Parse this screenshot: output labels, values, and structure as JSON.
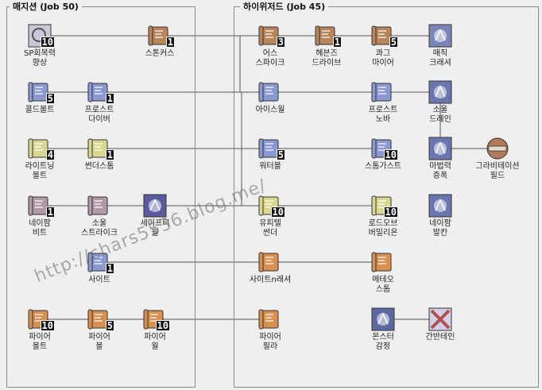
{
  "panels": {
    "mage": {
      "title": "매지션 (Job 50)"
    },
    "high_wizard": {
      "title": "하이위저드 (Job 45)"
    }
  },
  "watermark": "http://chars5536.blog.me/",
  "skills": [
    {
      "id": "sp-recovery",
      "name": "SP회복력\n향상",
      "level": "10",
      "icon": "recovery-icon",
      "color": "#c8c8d8"
    },
    {
      "id": "stone-curse",
      "name": "스톤커스",
      "level": "1",
      "icon": "scroll-icon",
      "color": "#b8865a"
    },
    {
      "id": "earth-spike",
      "name": "어스\n스파이크",
      "level": "3",
      "icon": "scroll-icon",
      "color": "#b8865a"
    },
    {
      "id": "heavens-drive",
      "name": "헤븐즈\n드라이브",
      "level": "1",
      "icon": "scroll-icon",
      "color": "#b8865a"
    },
    {
      "id": "quagmire",
      "name": "콰그\n마이어",
      "level": "5",
      "icon": "scroll-icon",
      "color": "#b8865a"
    },
    {
      "id": "magic-crasher",
      "name": "매직\n크래셔",
      "level": "",
      "icon": "magic-crasher-icon",
      "color": "#7a86b8"
    },
    {
      "id": "cold-bolt",
      "name": "콜드볼트",
      "level": "5",
      "icon": "scroll-icon",
      "color": "#8a9ad0"
    },
    {
      "id": "frost-diver",
      "name": "프로스트\n다이버",
      "level": "1",
      "icon": "scroll-icon",
      "color": "#8a9ad0"
    },
    {
      "id": "ice-wall",
      "name": "아이스월",
      "level": "",
      "icon": "scroll-icon",
      "color": "#8a9ad0"
    },
    {
      "id": "frost-nova",
      "name": "프로스트\n노바",
      "level": "",
      "icon": "scroll-icon",
      "color": "#8a9ad0"
    },
    {
      "id": "soul-drain",
      "name": "소울\n드레인",
      "level": "",
      "icon": "soul-drain-icon",
      "color": "#6a76b0"
    },
    {
      "id": "lightning-bolt",
      "name": "라이트닝\n볼트",
      "level": "4",
      "icon": "scroll-icon",
      "color": "#d8d890"
    },
    {
      "id": "thunder-storm",
      "name": "썬더스톰",
      "level": "1",
      "icon": "scroll-icon",
      "color": "#d8d890"
    },
    {
      "id": "water-ball",
      "name": "워터볼",
      "level": "5",
      "icon": "scroll-icon",
      "color": "#8a9ad0"
    },
    {
      "id": "storm-gust",
      "name": "스톰가스트",
      "level": "10",
      "icon": "scroll-icon",
      "color": "#8a9ad0"
    },
    {
      "id": "amplify",
      "name": "마법력\n증폭",
      "level": "",
      "icon": "amplify-icon",
      "color": "#6a76b0"
    },
    {
      "id": "gravitation",
      "name": "그라비테이션\n필드",
      "level": "",
      "icon": "gravitation-icon",
      "color": "#b07a5a"
    },
    {
      "id": "napalm-beat",
      "name": "네이팜\n비트",
      "level": "1",
      "icon": "scroll-icon",
      "color": "#b09aa8"
    },
    {
      "id": "soul-strike",
      "name": "소울\n스트라이크",
      "level": "",
      "icon": "scroll-icon",
      "color": "#b09aa8"
    },
    {
      "id": "safety-wall",
      "name": "세이프티\n월",
      "level": "",
      "icon": "safety-wall-icon",
      "color": "#5a5aa0"
    },
    {
      "id": "jupitel",
      "name": "유피텔\n썬더",
      "level": "10",
      "icon": "scroll-icon",
      "color": "#d8d890"
    },
    {
      "id": "lord-of-vermilion",
      "name": "로드오브\n버밀리온",
      "level": "10",
      "icon": "scroll-icon",
      "color": "#d8d890"
    },
    {
      "id": "napalm-vulcan",
      "name": "네이팜\n발칸",
      "level": "",
      "icon": "napalm-vulcan-icon",
      "color": "#6a76b0"
    },
    {
      "id": "sight",
      "name": "사이트",
      "level": "1",
      "icon": "scroll-icon",
      "color": "#8a9ad0"
    },
    {
      "id": "sightrasher",
      "name": "사이트n래셔",
      "level": "",
      "icon": "scroll-icon",
      "color": "#d89050"
    },
    {
      "id": "meteor-storm",
      "name": "메테오\n스톰",
      "level": "",
      "icon": "scroll-icon",
      "color": "#d89050"
    },
    {
      "id": "fire-bolt",
      "name": "파이어\n볼트",
      "level": "10",
      "icon": "scroll-icon",
      "color": "#d89050"
    },
    {
      "id": "fire-ball",
      "name": "파이어\n볼",
      "level": "5",
      "icon": "scroll-icon",
      "color": "#d89050"
    },
    {
      "id": "fire-wall",
      "name": "파이어\n월",
      "level": "10",
      "icon": "scroll-icon",
      "color": "#d89050"
    },
    {
      "id": "fire-pillar",
      "name": "파이어\n필라",
      "level": "",
      "icon": "scroll-icon",
      "color": "#d89050"
    },
    {
      "id": "sense",
      "name": "몬스터\n감정",
      "level": "",
      "icon": "sense-icon",
      "color": "#5a6aa0"
    },
    {
      "id": "ganbantein",
      "name": "간반테인",
      "level": "",
      "icon": "ganbantein-icon",
      "color": "#b05050"
    }
  ],
  "connections": [
    [
      "stone-curse",
      "earth-spike"
    ],
    [
      "earth-spike",
      "heavens-drive"
    ],
    [
      "heavens-drive",
      "quagmire"
    ],
    [
      "quagmire",
      "magic-crasher"
    ],
    [
      "sp-recovery",
      "soul-drain"
    ],
    [
      "cold-bolt",
      "frost-diver"
    ],
    [
      "frost-diver",
      "ice-wall"
    ],
    [
      "ice-wall",
      "frost-nova"
    ],
    [
      "frost-diver",
      "storm-gust"
    ],
    [
      "water-ball",
      "storm-gust"
    ],
    [
      "soul-drain",
      "amplify"
    ],
    [
      "amplify",
      "gravitation"
    ],
    [
      "lightning-bolt",
      "thunder-storm"
    ],
    [
      "thunder-storm",
      "lord-of-vermilion"
    ],
    [
      "napalm-beat",
      "soul-strike"
    ],
    [
      "soul-strike",
      "safety-wall"
    ],
    [
      "napalm-beat",
      "jupitel"
    ],
    [
      "jupitel",
      "lord-of-vermilion"
    ],
    [
      "sight",
      "sightrasher"
    ],
    [
      "sightrasher",
      "meteor-storm"
    ],
    [
      "fire-bolt",
      "fire-ball"
    ],
    [
      "fire-ball",
      "fire-wall"
    ],
    [
      "fire-wall",
      "fire-pillar"
    ],
    [
      "sense",
      "ganbantein"
    ]
  ]
}
